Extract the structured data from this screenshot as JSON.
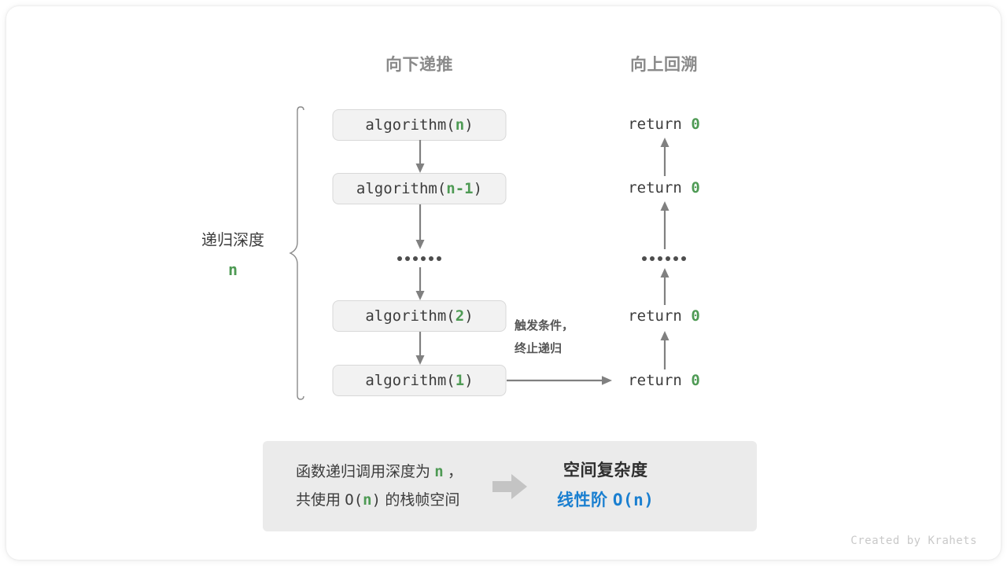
{
  "headers": {
    "left": "向下递推",
    "right": "向上回溯"
  },
  "depth_label": {
    "text": "递归深度",
    "value": "n"
  },
  "call_stack": [
    {
      "prefix": "algorithm(",
      "arg": "n",
      "suffix": ")"
    },
    {
      "prefix": "algorithm(",
      "arg": "n-1",
      "suffix": ")"
    },
    {
      "prefix": "algorithm(",
      "arg": "2",
      "suffix": ")"
    },
    {
      "prefix": "algorithm(",
      "arg": "1",
      "suffix": ")"
    }
  ],
  "returns": [
    {
      "keyword": "return",
      "value": "0"
    },
    {
      "keyword": "return",
      "value": "0"
    },
    {
      "keyword": "return",
      "value": "0"
    },
    {
      "keyword": "return",
      "value": "0"
    }
  ],
  "trigger_note": {
    "line1": "触发条件，",
    "line2": "终止递归"
  },
  "summary": {
    "line1_a": "函数递归调用深度为 ",
    "line1_n": "n",
    "line1_b": " ，",
    "line2_a": "共使用 ",
    "line2_o": "O(",
    "line2_n": "n",
    "line2_c": ")",
    "line2_b": " 的栈帧空间",
    "result_title": "空间复杂度",
    "result_value_a": "线性阶 ",
    "result_value_b": "O(n)"
  },
  "footer": "Created by Krahets",
  "colors": {
    "green": "#4e9a54",
    "blue": "#1a7fd0",
    "gray_text": "#8a8a8a",
    "box_fill": "#f2f2f2",
    "box_border": "#d8d8d8",
    "panel_fill": "#ebebeb",
    "arrow": "#808080"
  }
}
